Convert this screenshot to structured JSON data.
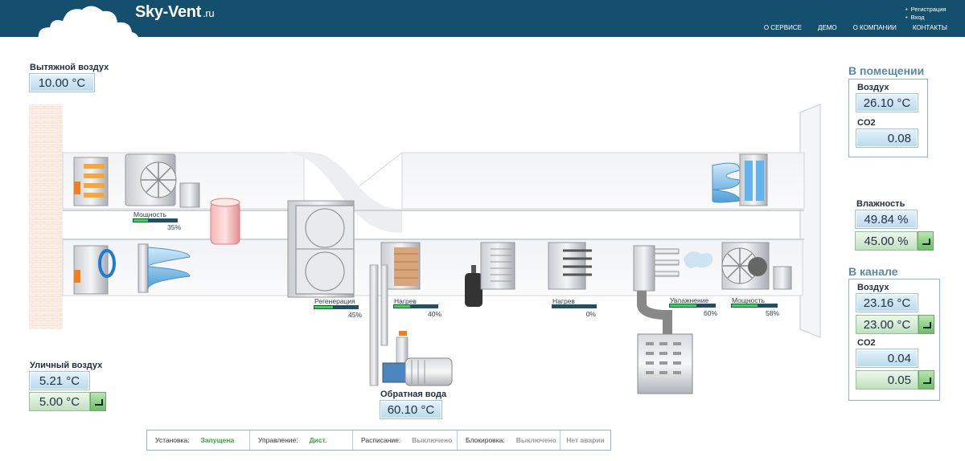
{
  "header": {
    "logo": "Sky-Vent",
    "logo_suffix": ".ru",
    "auth": {
      "register": "Регистрация",
      "login": "Вход"
    },
    "nav": [
      "О СЕРВИСЕ",
      "ДЕМО",
      "О КОМПАНИИ",
      "КОНТАКТЫ"
    ]
  },
  "exhaust": {
    "label": "Вытяжной воздух",
    "temp": "10.00 °C"
  },
  "outdoor": {
    "label": "Уличный воздух",
    "temp": "5.21 °C",
    "setpoint": "5.00 °C"
  },
  "return_water": {
    "label": "Обратная вода",
    "temp": "60.10 °C"
  },
  "room": {
    "title": "В помещении",
    "air_label": "Воздух",
    "air": "26.10 °C",
    "co2_label": "CO2",
    "co2": "0.08"
  },
  "humidity": {
    "label": "Влажность",
    "value": "49.84 %",
    "setpoint": "45.00 %"
  },
  "duct": {
    "title": "В канале",
    "air_label": "Воздух",
    "air": "23.16 °C",
    "air_set": "23.00 °C",
    "co2_label": "CO2",
    "co2": "0.04",
    "co2_set": "0.05"
  },
  "indicators": {
    "fan_exhaust": {
      "label": "Мощность",
      "value": 35,
      "text": "35%"
    },
    "regen": {
      "label": "Регенерация",
      "value": 45,
      "text": "45%"
    },
    "heat1": {
      "label": "Нагрев",
      "value": 40,
      "text": "40%"
    },
    "heat2": {
      "label": "Нагрев",
      "value": 0,
      "text": "0%"
    },
    "humid": {
      "label": "Увлажнение",
      "value": 60,
      "text": "60%"
    },
    "fan_supply": {
      "label": "Мощность",
      "value": 58,
      "text": "58%"
    }
  },
  "status": {
    "unit_label": "Установка:",
    "unit_value": "Запущена",
    "ctrl_label": "Управление:",
    "ctrl_value": "Дист.",
    "sched_label": "Расписание:",
    "sched_value": "Выключено",
    "lock_label": "Блокировка:",
    "lock_value": "Выключено",
    "alarm": "Нет аварии"
  },
  "colors": {
    "header": "#14506e",
    "ok": "#3aa53a",
    "bar": "#33dd33"
  }
}
